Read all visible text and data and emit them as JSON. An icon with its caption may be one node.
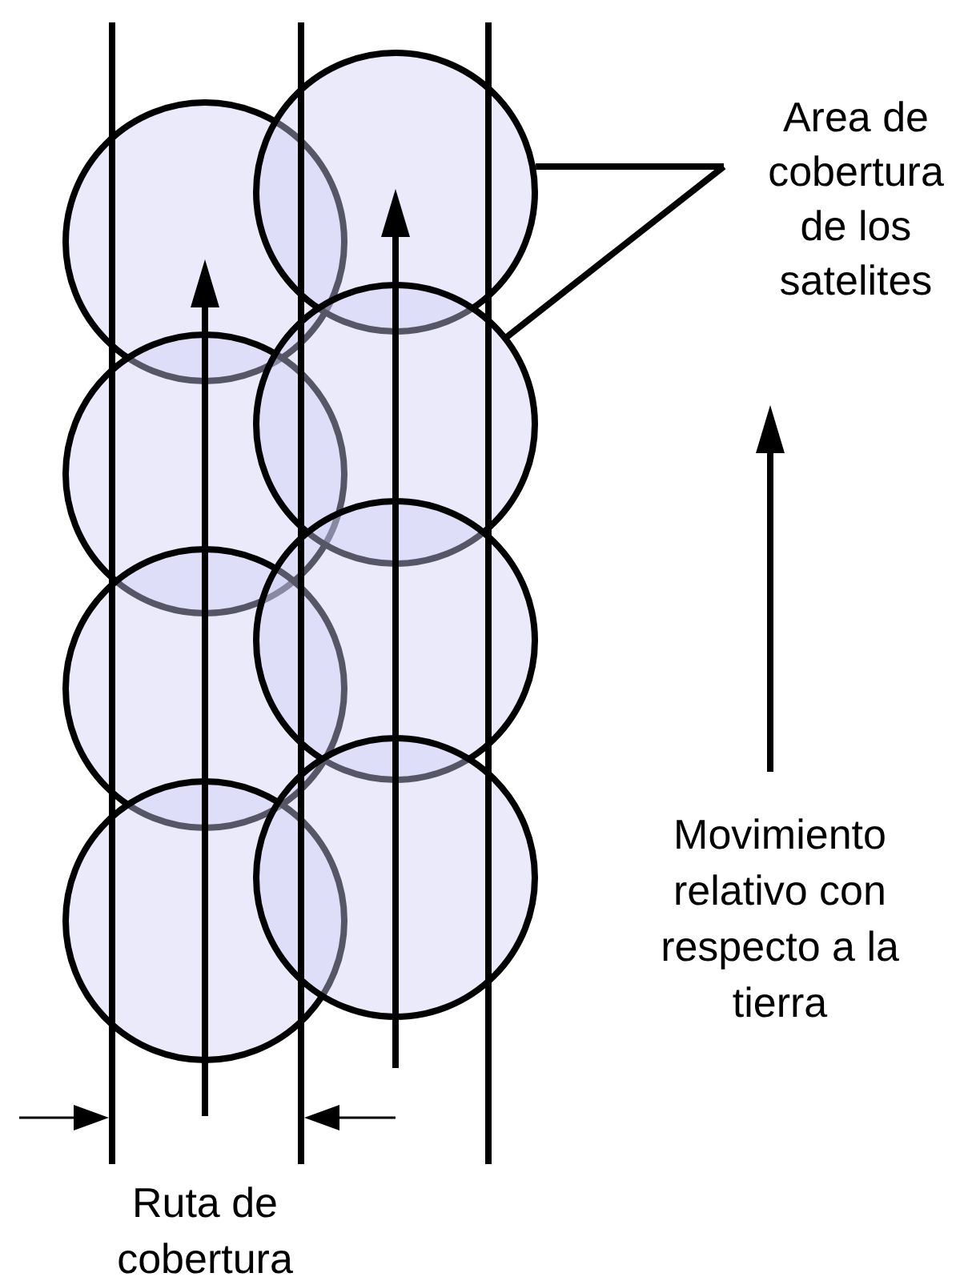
{
  "diagram": {
    "nodes": [
      {
        "text": [],
        "shape": "circle"
      },
      {
        "text": [],
        "shape": "circle"
      },
      {
        "text": [],
        "shape": "circle"
      },
      {
        "text": [],
        "shape": "circle"
      },
      {
        "text": [],
        "shape": "circle"
      },
      {
        "text": [],
        "shape": "circle"
      },
      {
        "text": [],
        "shape": "circle"
      },
      {
        "text": [],
        "shape": "circle"
      },
      {
        "text": [
          "Area de cobertura de los satelites"
        ]
      }
    ],
    "edges": [
      {
        "from": 8,
        "to": 4,
        "arrow": "none"
      },
      {
        "from": 8,
        "to": 5,
        "arrow": "none"
      }
    ],
    "labels": [
      "Movimiento relativo con respecto a la tierra",
      "Ruta de cobertura"
    ]
  }
}
